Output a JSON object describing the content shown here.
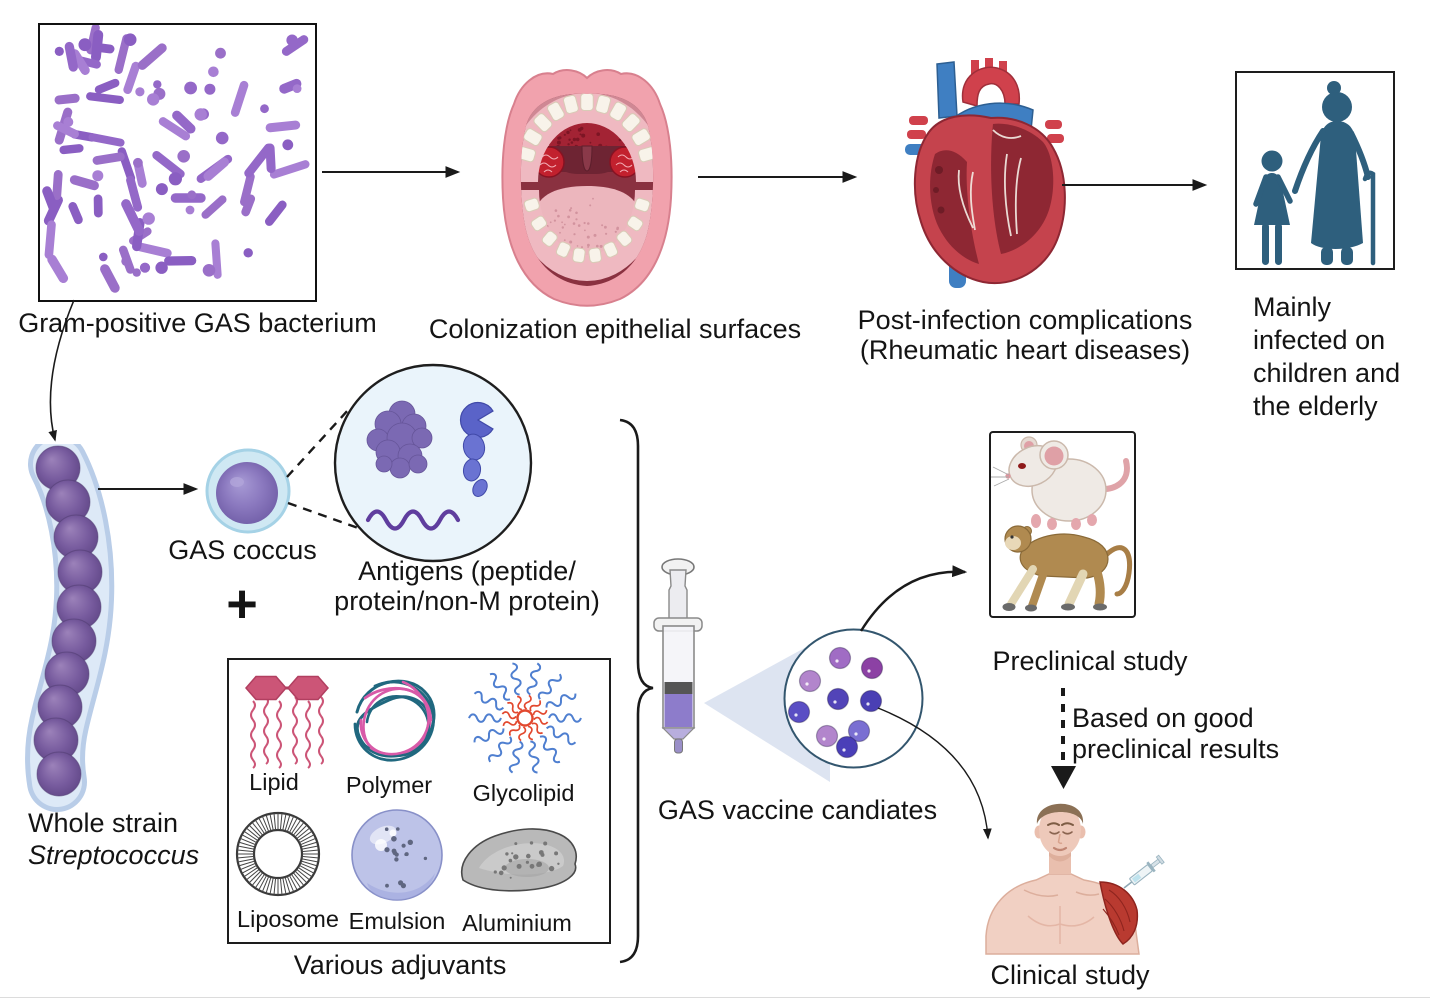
{
  "diagram": {
    "infection_flow": [
      {
        "label": "Gram-positive GAS bacterium",
        "icon": "bacteria-micrograph"
      },
      {
        "label": "Colonization epithelial surfaces",
        "icon": "open-mouth-illustration"
      },
      {
        "label": "Post-infection complications\n(Rheumatic heart diseases)",
        "icon": "heart-cross-section-illustration"
      },
      {
        "label": "Mainly\ninfected on\nchildren and\nthe elderly",
        "icon": "child-and-elderly-icon"
      }
    ],
    "vaccine_components": {
      "whole_strain_line1": "Whole strain",
      "whole_strain_line2": "Streptococcus",
      "gas_coccus_label": "GAS coccus",
      "antigens_label": "Antigens (peptide/\nprotein/non-M protein)",
      "plus_sign": "+",
      "adjuvants_title": "Various adjuvants",
      "adjuvants": [
        {
          "label": "Lipid"
        },
        {
          "label": "Polymer"
        },
        {
          "label": "Glycolipid"
        },
        {
          "label": "Liposome"
        },
        {
          "label": "Emulsion"
        },
        {
          "label": "Aluminium"
        }
      ]
    },
    "vaccine_label": "GAS vaccine candiates",
    "testing": {
      "preclinical_label": "Preclinical study",
      "transition_note": "Based on good\npreclinical results",
      "clinical_label": "Clinical study"
    }
  },
  "colors": {
    "bacteria_purple": "#9a6fc8",
    "capsule_blue": "#c3d4ec",
    "coccus_purple": "#7a5fa5",
    "coccus_ring_blue": "#cfe8f3",
    "antigen_circle_fill": "#eaf4fb",
    "antigen_protein_purple": "#7b69b3",
    "antigen_chain_blue": "#5a63c8",
    "antigen_peptide_purple": "#5f3d9e",
    "icon_teal": "#2e5f7d",
    "lipid_pink": "#cc5577",
    "polymer_teal": "#20687f",
    "polymer_pink": "#d85aa8",
    "glycolipid_red": "#e2482e",
    "glycolipid_blue": "#4f7fd0",
    "emulsion_lavender": "#bdc3e8",
    "aluminium_gray": "#b9b9b9",
    "syringe_liquid": "#8d7ccb",
    "heart_red": "#c5434d",
    "heart_dark_red": "#8e2733",
    "vessel_blue": "#3f7fc2",
    "mouth_pink": "#f1a2ad",
    "tonsil_red": "#c2212e",
    "skin": "#f1d0c3",
    "muscle_red": "#b93a30",
    "arrow_black": "#1a1a1a"
  }
}
